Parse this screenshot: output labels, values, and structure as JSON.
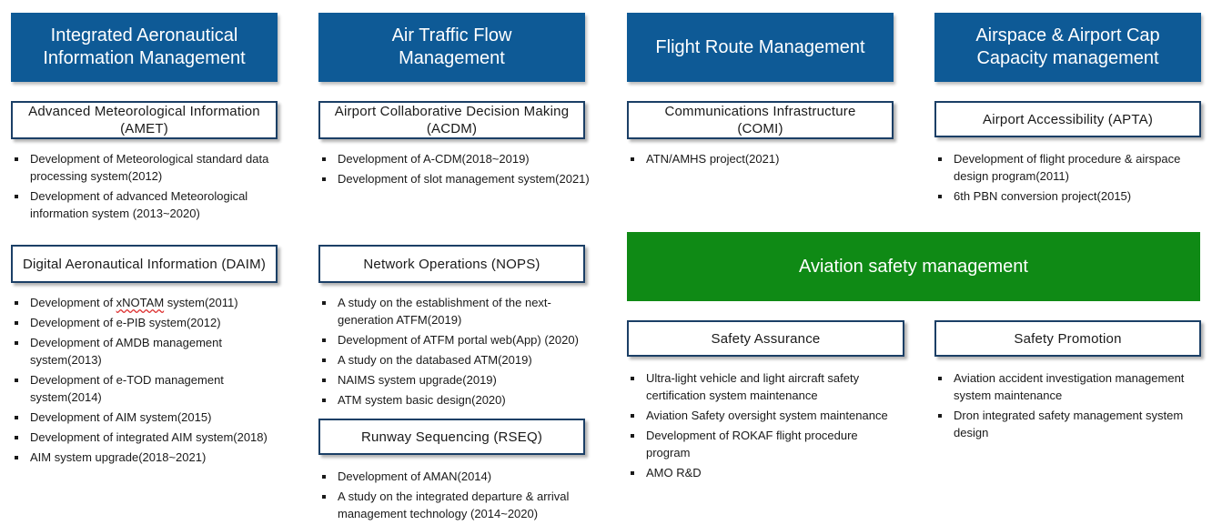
{
  "headers": {
    "iaim": "Integrated Aeronautical\nInformation Management",
    "atfm": "Air Traffic Flow\nManagement",
    "frm": "Flight Route Management",
    "aacm": "Airspace & Airport Cap\nCapacity management"
  },
  "subsections": {
    "amet": {
      "title": "Advanced Meteorological Information\n(AMET)",
      "items": [
        "Development of Meteorological standard data processing system(2012)",
        "Development of advanced Meteorological information system (2013~2020)"
      ]
    },
    "daim": {
      "title": "Digital Aeronautical Information (DAIM)",
      "items": [
        "Development of xNOTAM system(2011)",
        "Development of e-PIB system(2012)",
        "Development of AMDB management system(2013)",
        "Development of e-TOD management system(2014)",
        "Development of AIM system(2015)",
        "Development of integrated AIM system(2018)",
        "AIM system upgrade(2018~2021)"
      ]
    },
    "acdm": {
      "title": "Airport Collaborative Decision Making\n(ACDM)",
      "items": [
        "Development of A-CDM(2018~2019)",
        "Development of slot management system(2021)"
      ]
    },
    "nops": {
      "title": "Network Operations (NOPS)",
      "items": [
        "A study on the establishment of the next-generation ATFM(2019)",
        "Development of ATFM portal web(App) (2020)",
        "A study on the databased ATM(2019)",
        "NAIMS system upgrade(2019)",
        "ATM system basic design(2020)"
      ]
    },
    "rseq": {
      "title": "Runway Sequencing (RSEQ)",
      "items": [
        "Development of AMAN(2014)",
        "A study on the integrated departure & arrival management technology (2014~2020)"
      ]
    },
    "comi": {
      "title": "Communications Infrastructure\n(COMI)",
      "items": [
        "ATN/AMHS project(2021)"
      ]
    },
    "apta": {
      "title": "Airport Accessibility (APTA)",
      "items": [
        "Development of flight procedure & airspace design program(2011)",
        "6th PBN conversion project(2015)"
      ]
    },
    "safety_assurance": {
      "title": "Safety Assurance",
      "items": [
        "Ultra-light vehicle and light aircraft safety certification system maintenance",
        "Aviation Safety oversight system maintenance",
        "Development of ROKAF flight procedure program",
        "AMO R&D"
      ]
    },
    "safety_promotion": {
      "title": "Safety Promotion",
      "items": [
        "Aviation accident investigation management system maintenance",
        "Dron integrated safety management system design"
      ]
    }
  },
  "aviation_safety": "Aviation safety management",
  "colors": {
    "header_blue": "#0e5a96",
    "safety_green": "#0f8a15",
    "box_border": "#1b3f66"
  }
}
